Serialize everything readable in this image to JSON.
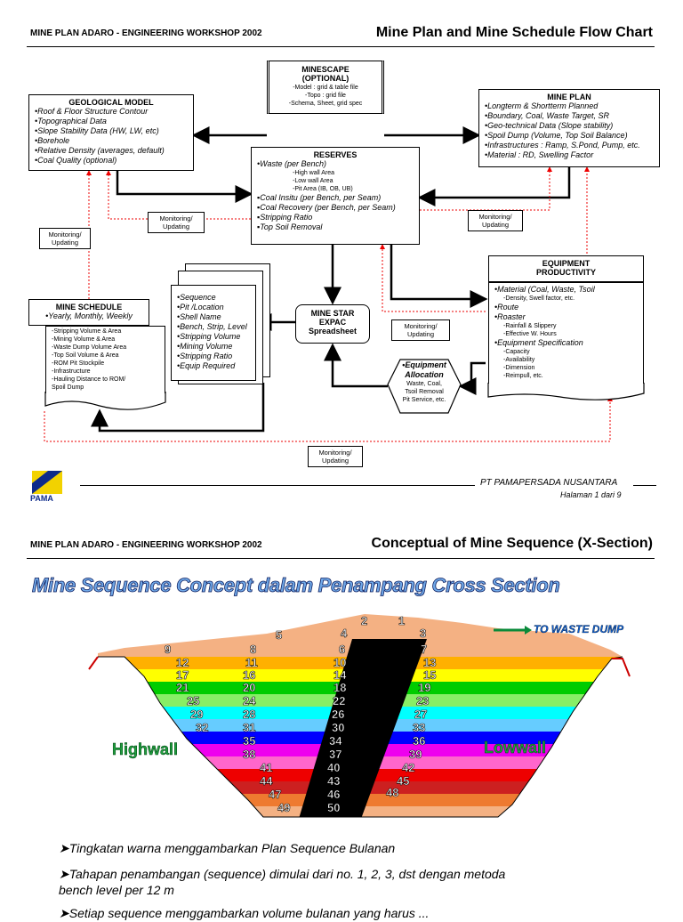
{
  "page1": {
    "header_left": "MINE PLAN ADARO - ENGINEERING WORKSHOP 2002",
    "header_right": "Mine Plan and Mine Schedule Flow Chart",
    "minescape": {
      "title1": "MINESCAPE",
      "title2": "(OPTIONAL)",
      "items": [
        "-Model : grid & table file",
        "-Topo : grid file",
        "-Schema, Sheet, grid spec"
      ]
    },
    "geological": {
      "title": "GEOLOGICAL MODEL",
      "items": [
        "•Roof & Floor Structure Contour",
        "•Topographical Data",
        "•Slope Stability Data (HW, LW, etc)",
        "•Borehole",
        "•Relative Density (averages, default)",
        "•Coal Quality (optional)"
      ]
    },
    "mineplan": {
      "title": "MINE PLAN",
      "items": [
        "•Longterm & Shortterm Planned",
        "•Boundary, Coal, Waste Target, SR",
        "•Geo-technical Data (Slope stability)",
        "•Spoil Dump (Volume, Top Soil Balance)",
        "•Infrastructures : Ramp, S.Pond, Pump, etc.",
        "•Material : RD, Swelling Factor"
      ]
    },
    "reserves": {
      "title": "RESERVES",
      "waste": "•Waste (per Bench)",
      "waste_sub": [
        "-High wall Area",
        "-Low wall Area",
        "-Pit Area (IB, OB, UB)"
      ],
      "items": [
        "▪Coal Insitu (per Bench, per Seam)",
        "▪Coal Recovery (per Bench, per Seam)",
        "▪Stripping Ratio",
        "▪Top Soil Removal"
      ]
    },
    "equipment_productivity": {
      "title1": "EQUIPMENT",
      "title2": "PRODUCTIVITY",
      "lines": [
        {
          "t": "•Material (Coal, Waste, Tsoil",
          "k": "it"
        },
        {
          "t": "-Density, Swell factor, etc.",
          "k": "sub"
        },
        {
          "t": "•Route",
          "k": "it"
        },
        {
          "t": "•Roaster",
          "k": "it"
        },
        {
          "t": "-Rainfall & Slippery",
          "k": "sub"
        },
        {
          "t": "-Effective W. Hours",
          "k": "sub"
        },
        {
          "t": "•Equipment Specification",
          "k": "it"
        },
        {
          "t": "-Capacity",
          "k": "sub"
        },
        {
          "t": "-Availability",
          "k": "sub"
        },
        {
          "t": "-Dimension",
          "k": "sub"
        },
        {
          "t": "-Reimpull, etc.",
          "k": "sub"
        }
      ]
    },
    "mine_schedule": {
      "title": "MINE SCHEDULE",
      "subtitle": "•Yearly, Monthly, Weekly",
      "items": [
        "-Stripping Volume & Area",
        "-Mining Volume & Area",
        "-Waste Dump Volume Area",
        "-Top Soil Volume & Area",
        "-ROM Pit Stockpile",
        "-Infrastructure",
        "-Hauling Distance to ROM/",
        " Spoil Dump"
      ]
    },
    "sequence": {
      "items": [
        "•Sequence",
        "•Pit /Location",
        "•Shell Name",
        "•Bench, Strip, Level",
        "•Stripping Volume",
        "•Mining Volume",
        "•Stripping Ratio",
        "•Equip Required"
      ]
    },
    "minestar": {
      "line1": "MINE STAR",
      "line2": "EXPAC",
      "line3": "Spreadsheet"
    },
    "equipment_allocation": {
      "title1": "•Equipment",
      "title2": "Allocation",
      "items": [
        "Waste, Coal,",
        "Tsoil Removal",
        "Pit Service, etc."
      ]
    },
    "monitoring_label1": "Monitoring/",
    "monitoring_label2": "Updating",
    "footer_company": "PT PAMAPERSADA NUSANTARA",
    "footer_page": "Halaman 1 dari 9",
    "logo_text": "PAMA"
  },
  "page2": {
    "header_left": "MINE PLAN ADARO - ENGINEERING WORKSHOP 2002",
    "header_right": "Conceptual of Mine Sequence (X-Section)",
    "banner": "Mine Sequence Concept dalam Penampang Cross Section",
    "to_waste_dump": "TO WASTE DUMP",
    "highwall": "Highwall",
    "lowwall": "Lowwall",
    "bench_numbers": [
      "1",
      "2",
      "3",
      "4",
      "5",
      "6",
      "7",
      "8",
      "9",
      "10",
      "11",
      "12",
      "13",
      "14",
      "15",
      "16",
      "17",
      "18",
      "19",
      "20",
      "21",
      "22",
      "23",
      "24",
      "25",
      "26",
      "27",
      "28",
      "29",
      "30",
      "31",
      "32",
      "33",
      "34",
      "35",
      "36",
      "37",
      "38",
      "39",
      "40",
      "41",
      "42",
      "43",
      "44",
      "45",
      "46",
      "47",
      "48",
      "49",
      "50"
    ],
    "bullets": [
      "➤Tingkatan warna menggambarkan Plan Sequence Bulanan",
      "➤Tahapan penambangan (sequence) dimulai dari no. 1, 2, 3, dst   dengan metoda",
      "   bench level per 12 m",
      "➤Setiap sequence menggambarkan volume bulanan yang harus ..."
    ],
    "colors": {
      "band1": "#f4b183",
      "band2": "#ffff00",
      "band3": "#00cc00",
      "band4": "#00ffff",
      "band5": "#0000ff",
      "band6": "#ff00ff",
      "band7": "#cc0000",
      "band8": "#f4a460"
    }
  }
}
